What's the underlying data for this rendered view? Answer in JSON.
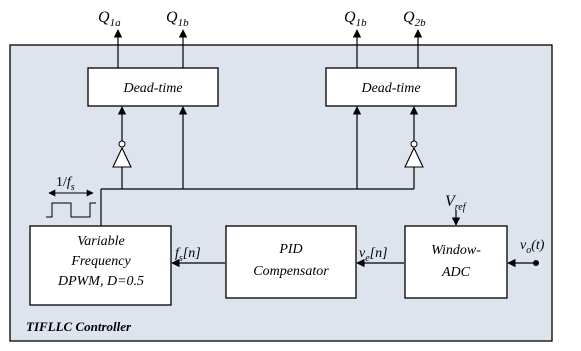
{
  "outputs": {
    "q1a": {
      "main": "Q",
      "sub": "1a"
    },
    "q1b_left": {
      "main": "Q",
      "sub": "1b"
    },
    "q1b_right": {
      "main": "Q",
      "sub": "1b"
    },
    "q2b": {
      "main": "Q",
      "sub": "2b"
    }
  },
  "blocks": {
    "deadtime_left": "Dead-time",
    "deadtime_right": "Dead-time",
    "dpwm": [
      "Variable",
      "Frequency",
      "DPWM, D=0.5"
    ],
    "pid": [
      "PID",
      "Compensator"
    ],
    "adc": [
      "Window-",
      "ADC"
    ]
  },
  "signals": {
    "period": {
      "prefix": "1/",
      "main": "f",
      "sub": "s"
    },
    "fs_n": {
      "main": "f",
      "sub": "s",
      "suffix": "[n]"
    },
    "ve_n": {
      "main": "v",
      "sub": "e",
      "suffix": "[n]"
    },
    "vo_t": {
      "main": "v",
      "sub": "o",
      "suffix": "(t)"
    },
    "vref": {
      "main": "V",
      "sub": "ref"
    }
  },
  "controller_label": "TIFLLC Controller",
  "colors": {
    "controller_fill": "#dde4ee",
    "line": "#000000",
    "block_fill": "#ffffff"
  }
}
